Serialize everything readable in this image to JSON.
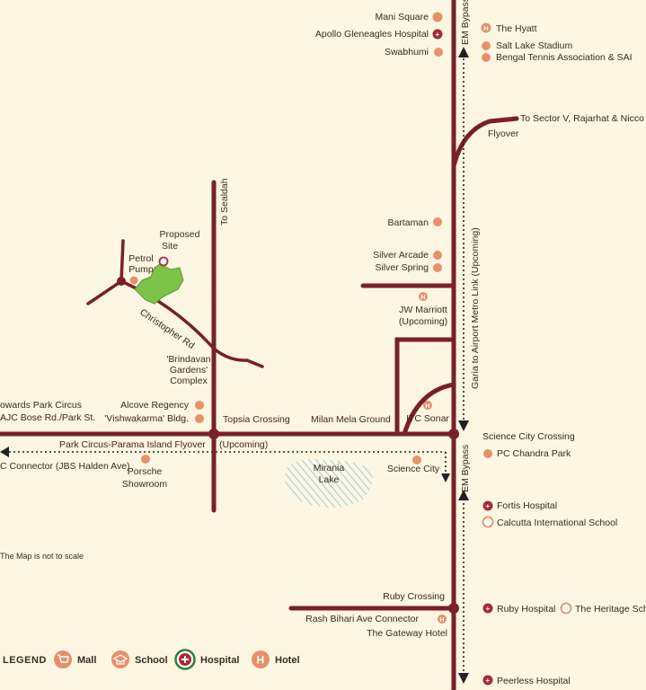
{
  "colors": {
    "background": "#fdf6e3",
    "road": "#7a1f2b",
    "marker": "#e8906a",
    "hospital_marker": "#a82a3a",
    "site_green": "#7cc34a",
    "lake_hatch": "#7fc4e0",
    "text": "#3a2a22"
  },
  "places": {
    "mani_square": "Mani Square",
    "apollo": "Apollo Gleneagles Hospital",
    "swabhumi": "Swabhumi",
    "the_hyatt": "The Hyatt",
    "salt_lake_stadium": "Salt Lake Stadium",
    "bengal_tennis": "Bengal Tennis Association & SAI",
    "bartaman": "Bartaman",
    "silver_arcade": "Silver Arcade",
    "silver_spring": "Silver Spring",
    "jw_marriott_1": "JW Marriott",
    "jw_marriott_2": "(Upcoming)",
    "itc_sonar": "ITC Sonar",
    "science_city_crossing": "Science City Crossing",
    "pc_chandra_park": "PC Chandra Park",
    "science_city": "Science City",
    "milan_mela": "Milan Mela Ground",
    "topsia_crossing": "Topsia Crossing",
    "alcove_regency": "Alcove Regency",
    "vishwakarma": "'Vishwakarma' Bldg.",
    "brindavan_1": "'Brindavan",
    "brindavan_2": "Gardens'",
    "brindavan_3": "Complex",
    "proposed_site_1": "Proposed",
    "proposed_site_2": "Site",
    "petrol_pump_1": "Petrol",
    "petrol_pump_2": "Pump",
    "porsche_1": "Porsche",
    "porsche_2": "Showroom",
    "miriania_lake_1": "Mirania",
    "miriania_lake_2": "Lake",
    "fortis": "Fortis Hospital",
    "calcutta_international": "Calcutta International School",
    "ruby_crossing": "Ruby Crossing",
    "ruby_hospital": "Ruby Hospital",
    "heritage_school": "The Heritage Scho",
    "rash_behari": "Rash Bihari Ave Connector",
    "gateway_hotel": "The Gateway Hotel",
    "peerless": "Peerless Hospital"
  },
  "roads": {
    "em_bypass_top": "EM Bypass",
    "em_bypass_mid": "EM Bypass",
    "metro_link": "Garia to Airport Metro Link (Upcoming)",
    "to_sector_v": "To Sector V, Rajarhat & Nicco Pa",
    "flyover": "Flyover",
    "to_sealdah": "To Sealdah",
    "christopher_rd": "Christopher Rd",
    "towards_park_circus": "owards Park Circus",
    "ajc_bose": "AJC Bose Rd./Park St.",
    "flyover_main": "Park Circus-Parama Island Flyover",
    "flyover_upcoming": "(Upcoming)",
    "connector": "C Connector (JBS Halden Ave)"
  },
  "note": "The Map is not to scale",
  "legend": {
    "title": "LEGEND",
    "items": [
      {
        "label": "Mall",
        "icon": "cart-icon"
      },
      {
        "label": "School",
        "icon": "graduation-cap-icon"
      },
      {
        "label": "Hospital",
        "icon": "cross-icon"
      },
      {
        "label": "Hotel",
        "icon": "hotel-h-icon"
      }
    ]
  }
}
